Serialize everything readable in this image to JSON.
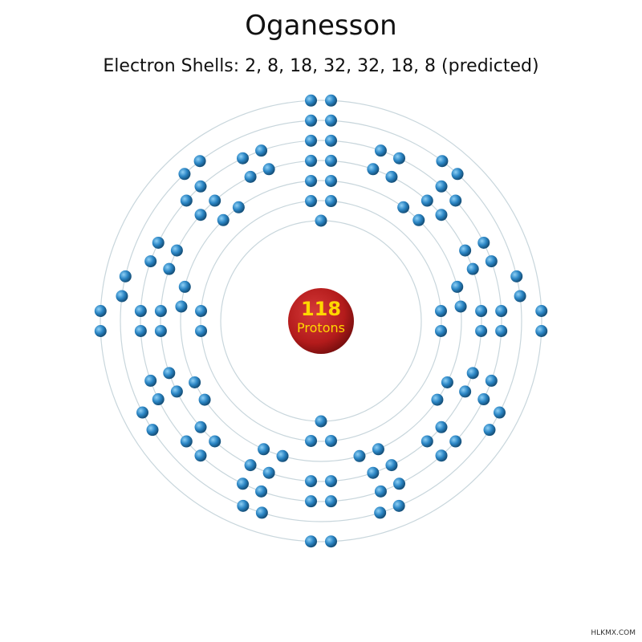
{
  "title": "Oganesson",
  "subtitle": "Electron Shells: 2, 8, 18, 32, 32, 18, 8 (predicted)",
  "nucleus": {
    "number": "118",
    "label": "Protons"
  },
  "shells": [
    2,
    8,
    18,
    32,
    32,
    18,
    8
  ],
  "watermark": "HLKMX.COM",
  "colors": {
    "electron": "#2b86c5",
    "nucleus": "#b31b1b",
    "number": "#ffd700",
    "ring": "#c8d6dc"
  }
}
